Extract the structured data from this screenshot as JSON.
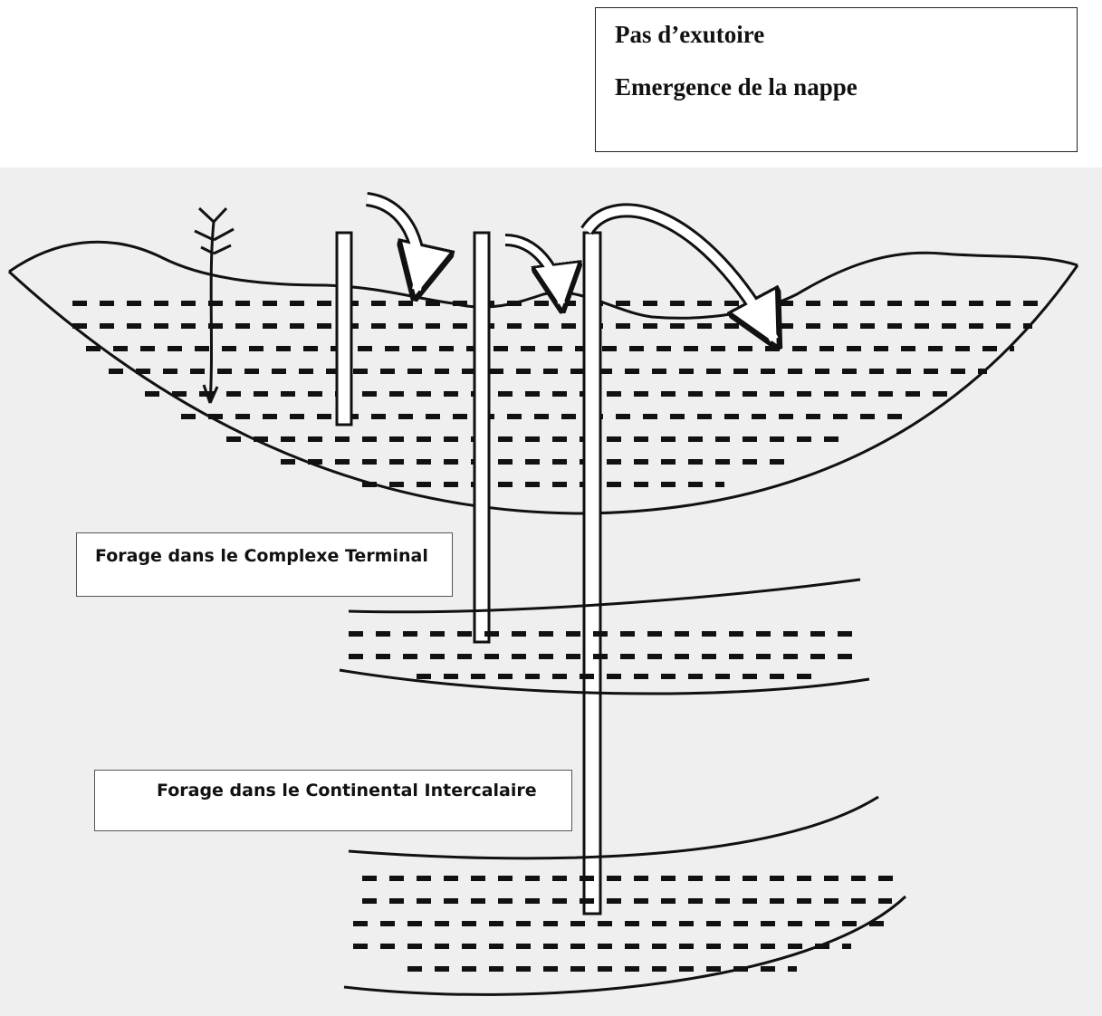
{
  "legend": {
    "line1": "Pas d’exutoire",
    "line2": "Emergence de la nappe"
  },
  "labels": {
    "complexe_terminal": "Forage dans le Complexe Terminal",
    "continental_intercalaire": "Forage dans le Continental Intercalaire"
  },
  "colors": {
    "ink": "#111111",
    "paper": "#efefef",
    "box_fill": "#ffffff"
  }
}
